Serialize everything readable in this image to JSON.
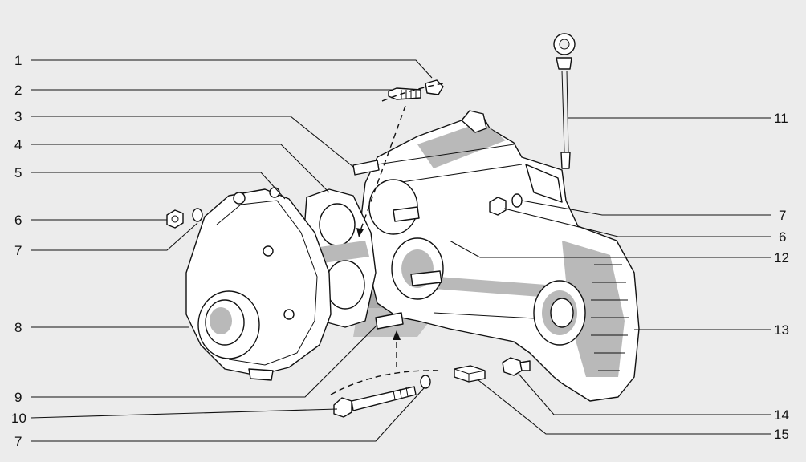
{
  "callouts": {
    "left": [
      "1",
      "2",
      "3",
      "4",
      "5",
      "6",
      "7",
      "8",
      "9",
      "10",
      "7"
    ],
    "right": [
      "11",
      "7",
      "6",
      "12",
      "13",
      "14",
      "15"
    ]
  }
}
